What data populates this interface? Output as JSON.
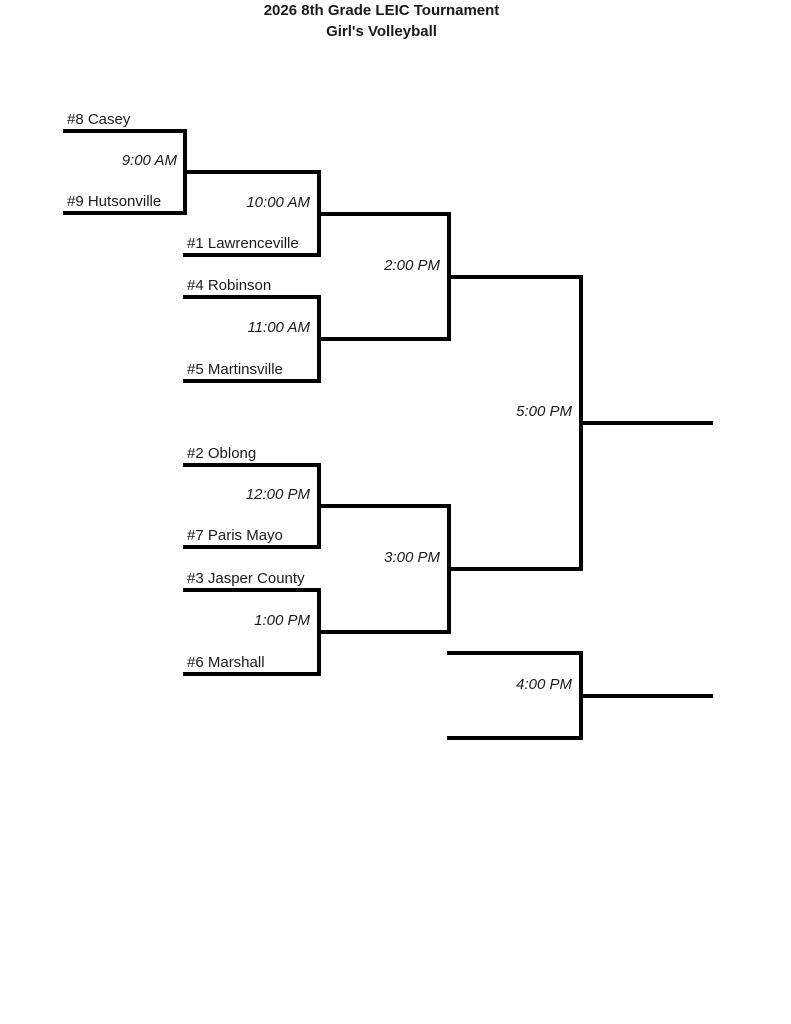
{
  "title": {
    "line1": "2026 8th Grade LEIC Tournament",
    "line2": "Girl's Volleyball"
  },
  "teams": {
    "casey": "#8 Casey",
    "hutsonville": "#9 Hutsonville",
    "lawrenceville": "#1 Lawrenceville",
    "robinson": "#4 Robinson",
    "martinsville": "#5 Martinsville",
    "oblong": "#2 Oblong",
    "parismayo": "#7 Paris Mayo",
    "jaspercounty": "#3 Jasper County",
    "marshall": "#6 Marshall"
  },
  "times": {
    "playin": "9:00 AM",
    "quarterfinal1": "10:00 AM",
    "quarterfinal2": "11:00 AM",
    "semifinal1": "2:00 PM",
    "quarterfinal3": "12:00 PM",
    "quarterfinal4": "1:00 PM",
    "semifinal2": "3:00 PM",
    "consolation": "4:00 PM",
    "championship": "5:00 PM"
  },
  "colors": {
    "line": "#000000",
    "text": "#1a1a1a",
    "background": "#ffffff"
  }
}
